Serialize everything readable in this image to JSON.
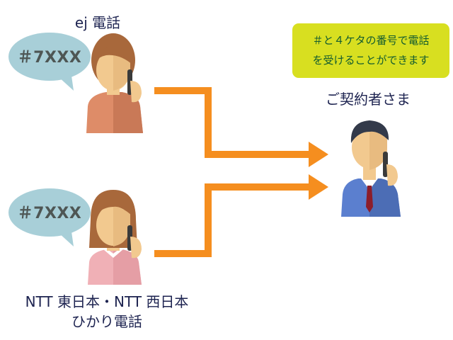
{
  "top_caller": {
    "label": "ej 電話",
    "bubble": "＃7XXX"
  },
  "bottom_caller": {
    "label_line1": "NTT 東日本・NTT 西日本",
    "label_line2": "ひかり電話",
    "bubble": "＃7XXX"
  },
  "customer": {
    "label": "ご契約者さま"
  },
  "note": {
    "line1": "＃と４ケタの番号で電話",
    "line2": "を受けることができます"
  },
  "colors": {
    "arrow": "#f58e1f",
    "bubble": "#a8cfd8",
    "note_background": "#d8df20",
    "note_text": "#135c2f",
    "label_text": "#1d2350",
    "skin": "#f2c98f"
  },
  "icons": {
    "top_caller": "woman-with-phone-icon",
    "bottom_caller": "woman-with-phone-icon",
    "customer": "businessman-with-phone-icon"
  }
}
